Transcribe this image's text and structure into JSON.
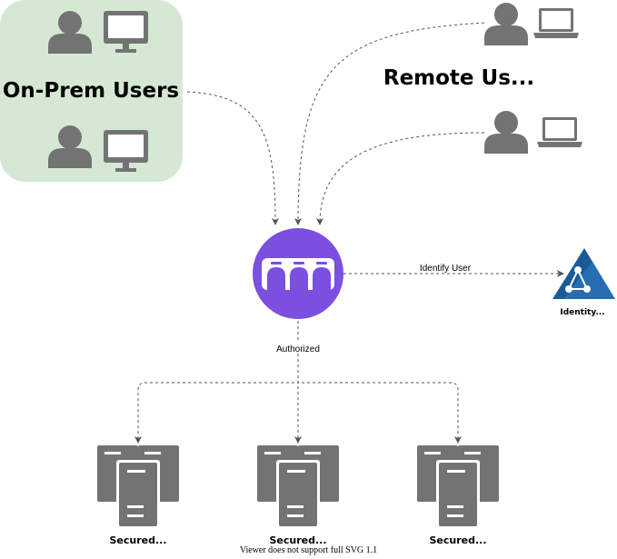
{
  "groups": {
    "onprem_label": "On-Prem Users",
    "remote_label": "Remote Us..."
  },
  "edges": {
    "identify_label": "Identify User",
    "authorized_label": "Authorized"
  },
  "nodes": {
    "identity_label": "Identity...",
    "server_labels": [
      "Secured...",
      "Secured...",
      "Secured..."
    ]
  },
  "colors": {
    "onprem_bg": "#d5e8d4",
    "icon_gray": "#737373",
    "gateway_purple": "#7b4fe0",
    "identity_blue": "#1b5a96",
    "edge_gray": "#555555"
  },
  "footer": "Viewer does not support full SVG 1.1"
}
